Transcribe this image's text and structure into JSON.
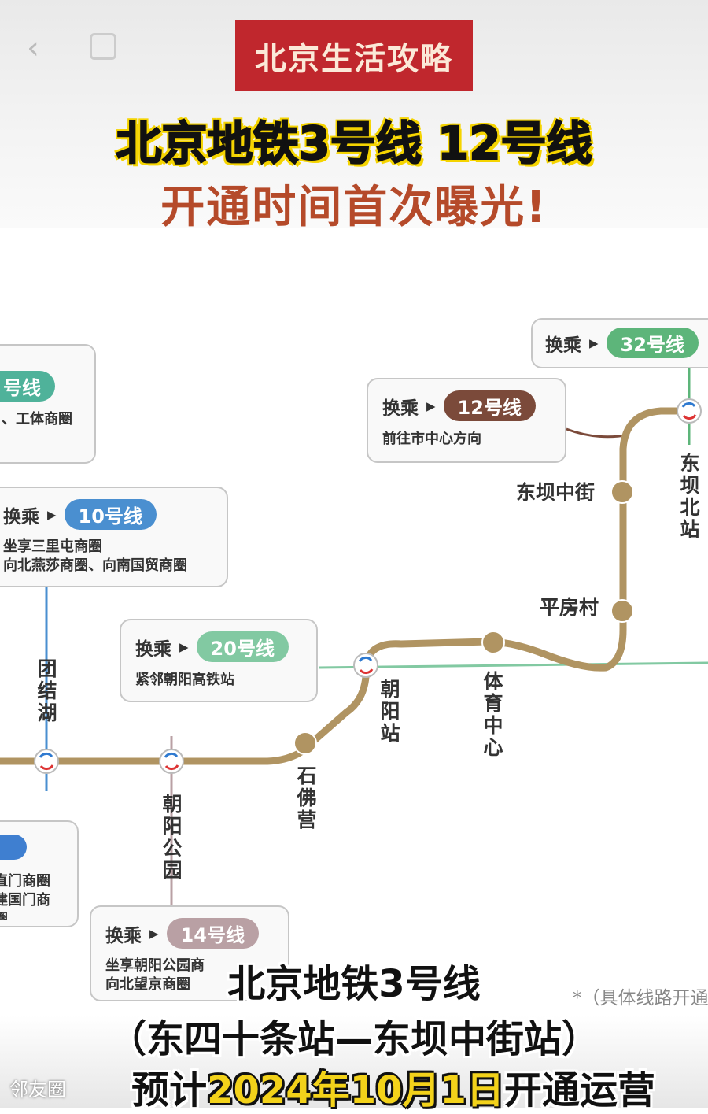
{
  "header": {
    "brand": "北京生活攻略",
    "title_line1": "北京地铁3号线 12号线",
    "title_line2": "开通时间首次曝光!"
  },
  "colors": {
    "line3": "#b09462",
    "line12": "#7b4a3a",
    "line10": "#4a8fd0",
    "line20": "#82c9a2",
    "line32": "#5db57a",
    "line14": "#b9a0a4"
  },
  "transfer_word": "换乘",
  "cards": [
    {
      "line": "32号线",
      "desc": ""
    },
    {
      "line": "12号线",
      "desc": "前往市中心方向"
    },
    {
      "line": "号线",
      "desc": "、工体商圈"
    },
    {
      "line": "10号线",
      "desc": "坐享三里屯商圈\n向北燕莎商圈、向南国贸商圈"
    },
    {
      "line": "20号线",
      "desc": "紧邻朝阳高铁站"
    },
    {
      "line": "",
      "desc": "直门商圈\n建国门商圈"
    },
    {
      "line": "14号线",
      "desc": "坐享朝阳公园商\n向北望京商圈"
    }
  ],
  "stations": [
    "东坝中街",
    "东坝北站",
    "平房村",
    "团结湖",
    "朝阳站",
    "体育中心",
    "石佛营",
    "朝阳公园"
  ],
  "note": "*（具体线路开通",
  "subtitle": {
    "l1": "北京地铁3号线",
    "l2": "（东四十条站—东坝中街站）",
    "l3a": "预计",
    "l3b": "2024年10月1日",
    "l3c": "开通运营"
  },
  "watermark": "邻友圈"
}
